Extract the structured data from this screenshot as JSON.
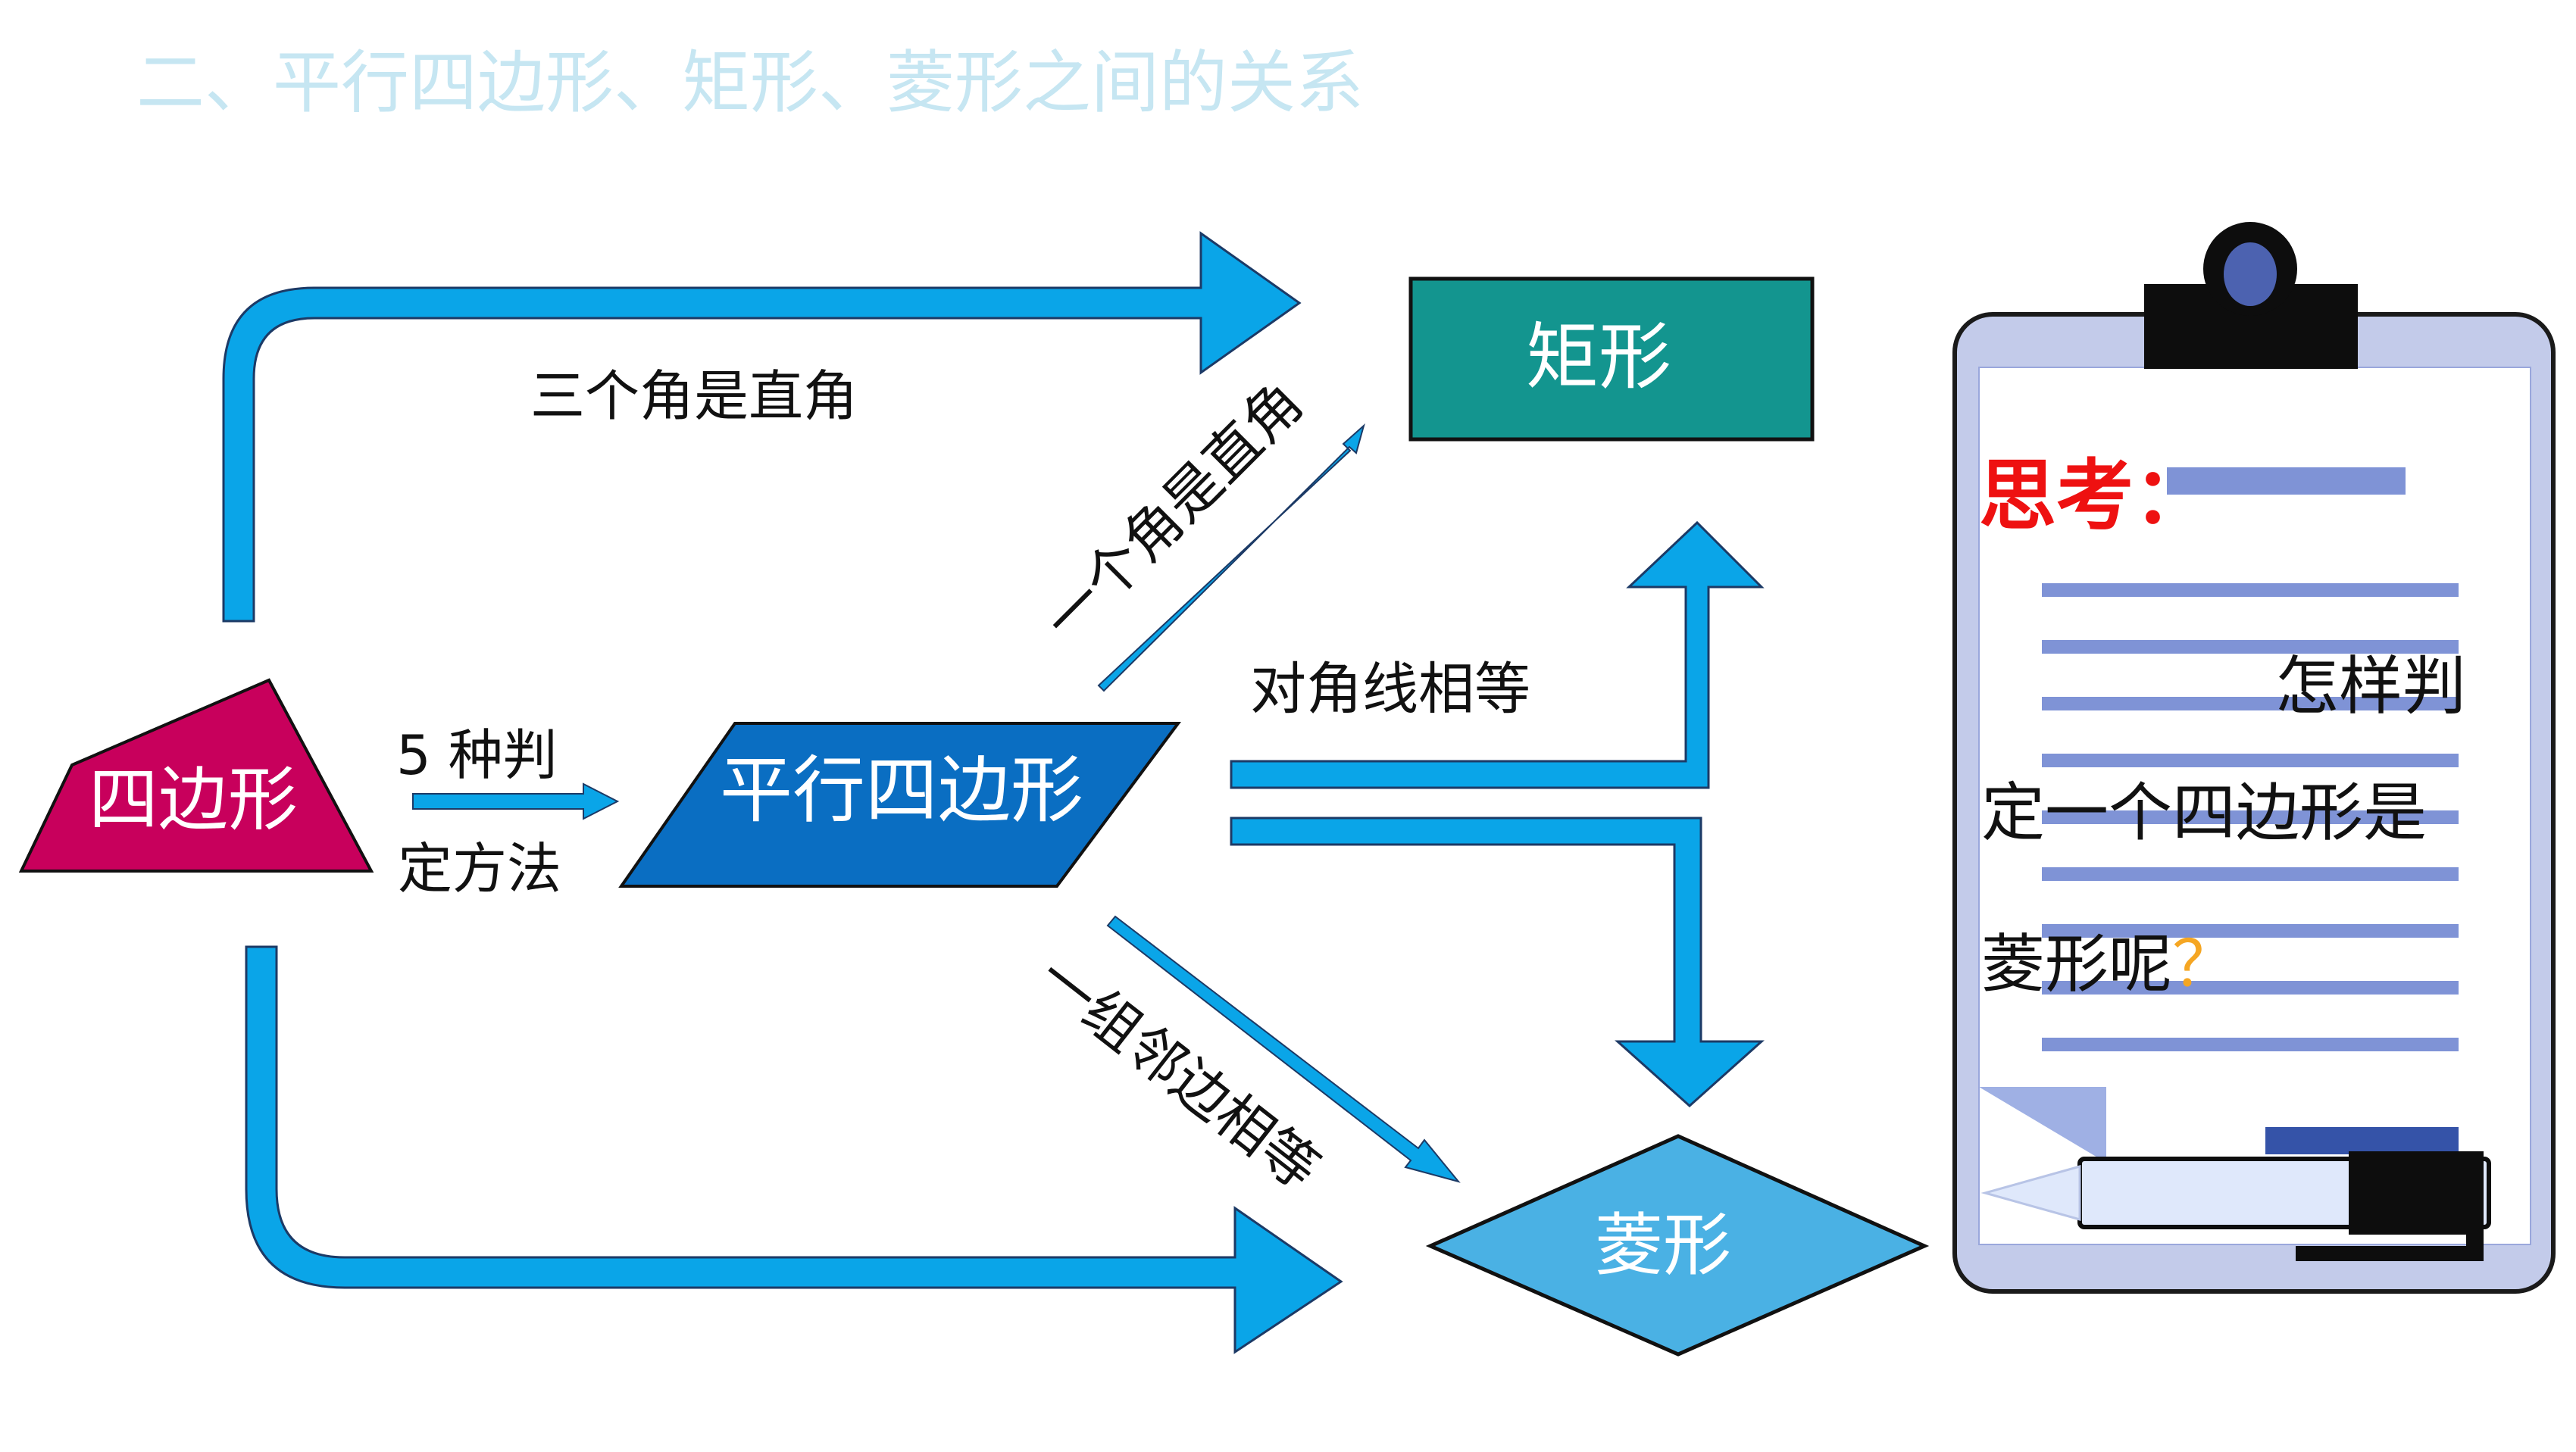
{
  "title": "二、平行四边形、矩形、菱形之间的关系",
  "nodes": {
    "quadrilateral": "四边形",
    "parallelogram": "平行四边形",
    "rectangle": "矩形",
    "rhombus": "菱形"
  },
  "edges": {
    "three_right_angles": "三个角是直角",
    "five_methods_line1": "5 种判",
    "five_methods_line2": "定方法",
    "one_right_angle": "一个角是直角",
    "equal_diagonals": "对角线相等",
    "adjacent_sides_equal": "一组邻边相等"
  },
  "clipboard": {
    "think_label": "思考：",
    "question_line1": "怎样判",
    "question_line2": "定一个四边形是",
    "question_line3": "菱形呢",
    "question_mark": "？"
  },
  "colors": {
    "title": "#c6e6f2",
    "arrow_blue": "#0aa5e8",
    "arrow_stroke": "#1c3a66",
    "quadrilateral_fill": "#c8005c",
    "parallelogram_fill": "#0a6ec2",
    "rectangle_fill": "#13958f",
    "rhombus_fill": "#4ab1e4",
    "clipboard_bg": "#c3cbea",
    "clipboard_lines": "#7f93d6",
    "think_red": "#ee1111",
    "question_mark_orange": "#f5a623"
  }
}
